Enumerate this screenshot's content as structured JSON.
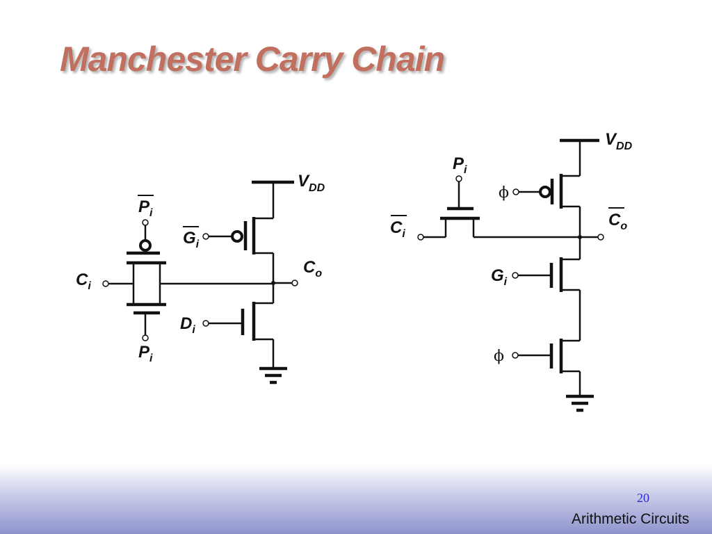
{
  "slide": {
    "title": "Manchester Carry Chain",
    "page_number": "20",
    "footer": "Arithmetic Circuits"
  },
  "left_circuit": {
    "supply": {
      "main": "V",
      "sub": "DD"
    },
    "p_bar_top": {
      "main": "P",
      "sub": "i",
      "overbar": true
    },
    "p_bottom": {
      "main": "P",
      "sub": "i"
    },
    "g_bar": {
      "main": "G",
      "sub": "i",
      "overbar": true
    },
    "c_in": {
      "main": "C",
      "sub": "i"
    },
    "c_out": {
      "main": "C",
      "sub": "o"
    },
    "d_in": {
      "main": "D",
      "sub": "i"
    }
  },
  "right_circuit": {
    "supply": {
      "main": "V",
      "sub": "DD"
    },
    "p_in": {
      "main": "P",
      "sub": "i"
    },
    "phi_top": "ϕ",
    "c_in_bar": {
      "main": "C",
      "sub": "i",
      "overbar": true
    },
    "c_out_bar": {
      "main": "C",
      "sub": "o",
      "overbar": true
    },
    "g_in": {
      "main": "G",
      "sub": "i"
    },
    "phi_bottom": "ϕ"
  }
}
